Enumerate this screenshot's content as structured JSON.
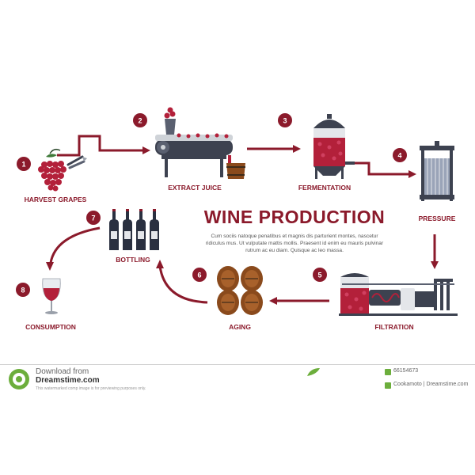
{
  "title": "WINE PRODUCTION",
  "description": [
    "Cum sociis natoque penatibus et magnis dis parturient montes, nascetur",
    "ridiculus mus. Ut vulputate mattis mollis. Praesent id enim eu mauris pulvinar",
    "rutrum ac eu diam. Quisque ac leo massa."
  ],
  "steps": [
    {
      "number": "1",
      "label": "HARVEST GRAPES"
    },
    {
      "number": "2",
      "label": "EXTRACT JUICE"
    },
    {
      "number": "3",
      "label": "FERMENTATION"
    },
    {
      "number": "4",
      "label": "PRESSURE"
    },
    {
      "number": "5",
      "label": "FILTRATION"
    },
    {
      "number": "6",
      "label": "AGING"
    },
    {
      "number": "7",
      "label": "BOTTLING"
    },
    {
      "number": "8",
      "label": "CONSUMPTION"
    }
  ],
  "footer": {
    "download_text": "Download from",
    "site": "Dreamstime.com",
    "note": "This watermarked comp image is for previewing purposes only.",
    "image_id": "66154673",
    "author": "Cookamoto | Dreamstime.com"
  },
  "colors": {
    "accent": "#8b1a2b",
    "grape": "#b3203a",
    "metal": "#3d4250",
    "wood": "#8a4a1c",
    "brand": "#6cae3c"
  }
}
